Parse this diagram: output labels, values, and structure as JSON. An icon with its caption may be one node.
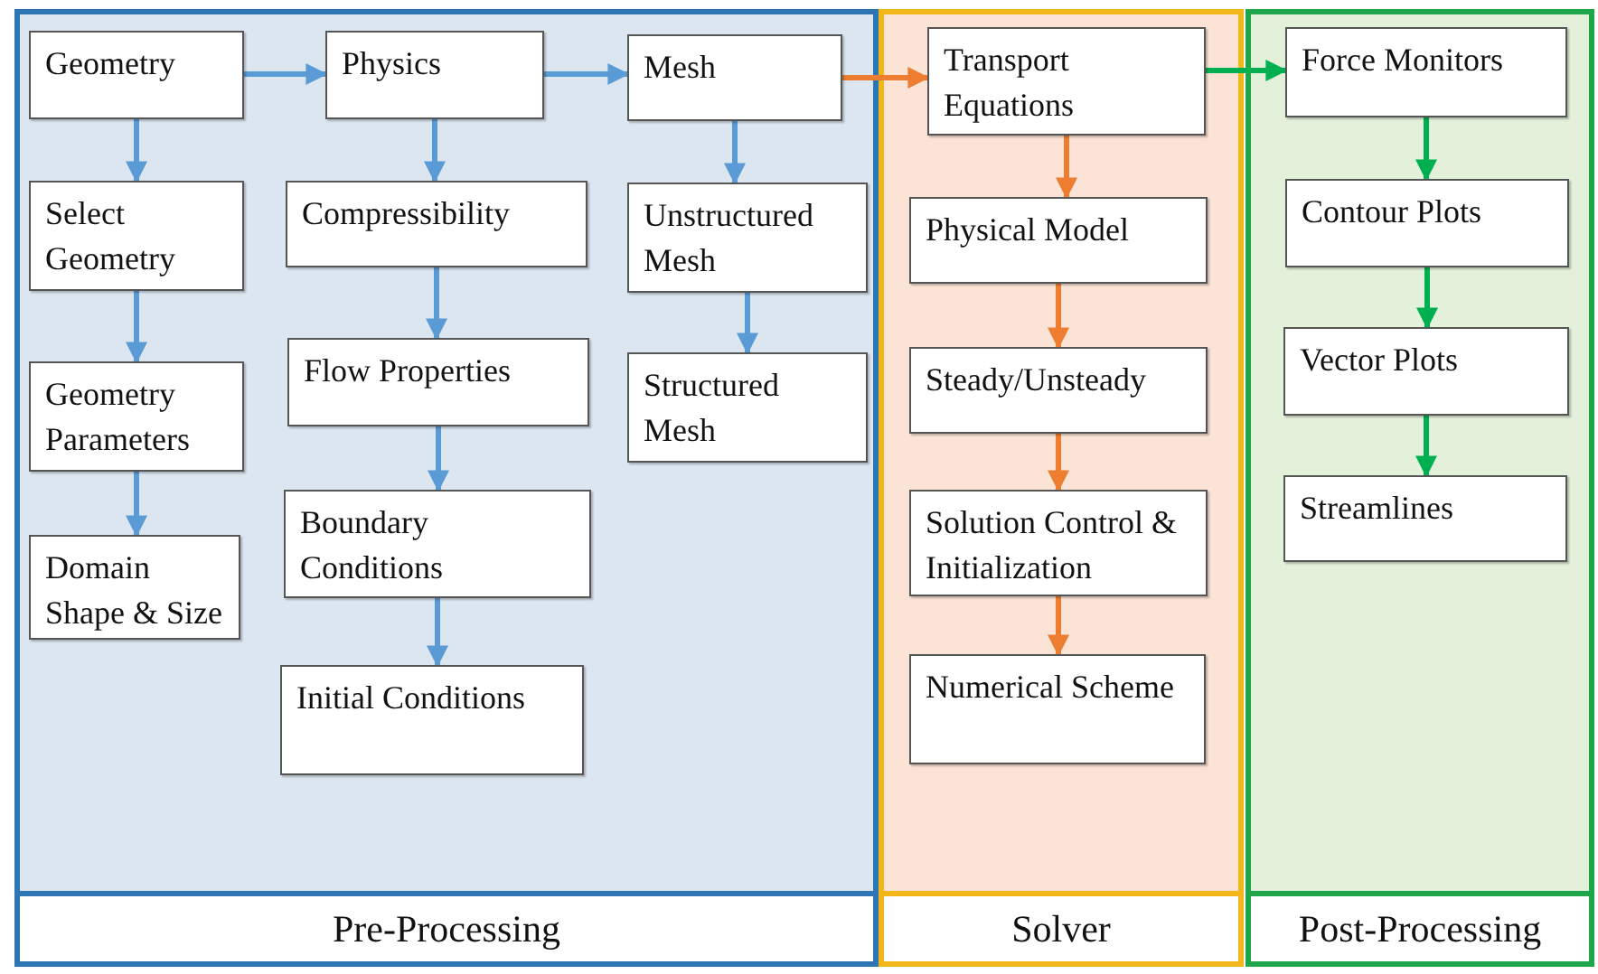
{
  "diagram": {
    "nodes": [
      {
        "text": [
          "Pre-Processing"
        ]
      },
      {
        "text": [
          "Geometry"
        ],
        "in": 0
      },
      {
        "text": [
          "Select Geometry"
        ],
        "in": 0
      },
      {
        "text": [
          "Geometry Parameters"
        ],
        "in": 0
      },
      {
        "text": [
          "Domain Shape & Size"
        ],
        "in": 0
      },
      {
        "text": [
          "Physics"
        ],
        "in": 0
      },
      {
        "text": [
          "Compressibility"
        ],
        "in": 0
      },
      {
        "text": [
          "Flow Properties"
        ],
        "in": 0
      },
      {
        "text": [
          "Boundary Conditions"
        ],
        "in": 0
      },
      {
        "text": [
          "Initial Conditions"
        ],
        "in": 0
      },
      {
        "text": [
          "Mesh"
        ],
        "in": 0
      },
      {
        "text": [
          "Unstructured Mesh"
        ],
        "in": 0
      },
      {
        "text": [
          "Structured Mesh"
        ],
        "in": 0
      },
      {
        "text": [
          "Solver"
        ]
      },
      {
        "text": [
          "Transport Equations"
        ],
        "in": 13
      },
      {
        "text": [
          "Physical Model"
        ],
        "in": 13
      },
      {
        "text": [
          "Steady/Unsteady"
        ],
        "in": 13
      },
      {
        "text": [
          "Solution Control & Initialization"
        ],
        "in": 13
      },
      {
        "text": [
          "Numerical Scheme"
        ],
        "in": 13
      },
      {
        "text": [
          "Post-Processing"
        ]
      },
      {
        "text": [
          "Force Monitors"
        ],
        "in": 19
      },
      {
        "text": [
          "Contour Plots"
        ],
        "in": 19
      },
      {
        "text": [
          "Vector Plots"
        ],
        "in": 19
      },
      {
        "text": [
          "Streamlines"
        ],
        "in": 19
      }
    ],
    "edges": [
      {
        "from": 1,
        "to": 5,
        "arrow": "to"
      },
      {
        "from": 5,
        "to": 10,
        "arrow": "to"
      },
      {
        "from": 10,
        "to": 14,
        "arrow": "to",
        "color": "#ed7d31"
      },
      {
        "from": 14,
        "to": 20,
        "arrow": "to",
        "color": "#00b050"
      },
      {
        "from": 1,
        "to": 2,
        "arrow": "to"
      },
      {
        "from": 2,
        "to": 3,
        "arrow": "to"
      },
      {
        "from": 3,
        "to": 4,
        "arrow": "to"
      },
      {
        "from": 5,
        "to": 6,
        "arrow": "to"
      },
      {
        "from": 6,
        "to": 7,
        "arrow": "to"
      },
      {
        "from": 7,
        "to": 8,
        "arrow": "to"
      },
      {
        "from": 8,
        "to": 9,
        "arrow": "to"
      },
      {
        "from": 10,
        "to": 11,
        "arrow": "to"
      },
      {
        "from": 11,
        "to": 12,
        "arrow": "to"
      },
      {
        "from": 14,
        "to": 15,
        "arrow": "to",
        "color": "#ed7d31"
      },
      {
        "from": 15,
        "to": 16,
        "arrow": "to",
        "color": "#ed7d31"
      },
      {
        "from": 16,
        "to": 17,
        "arrow": "to",
        "color": "#ed7d31"
      },
      {
        "from": 17,
        "to": 18,
        "arrow": "to",
        "color": "#ed7d31"
      },
      {
        "from": 20,
        "to": 21,
        "arrow": "to",
        "color": "#00b050"
      },
      {
        "from": 21,
        "to": 22,
        "arrow": "to",
        "color": "#00b050"
      },
      {
        "from": 22,
        "to": 23,
        "arrow": "to",
        "color": "#00b050"
      }
    ]
  }
}
